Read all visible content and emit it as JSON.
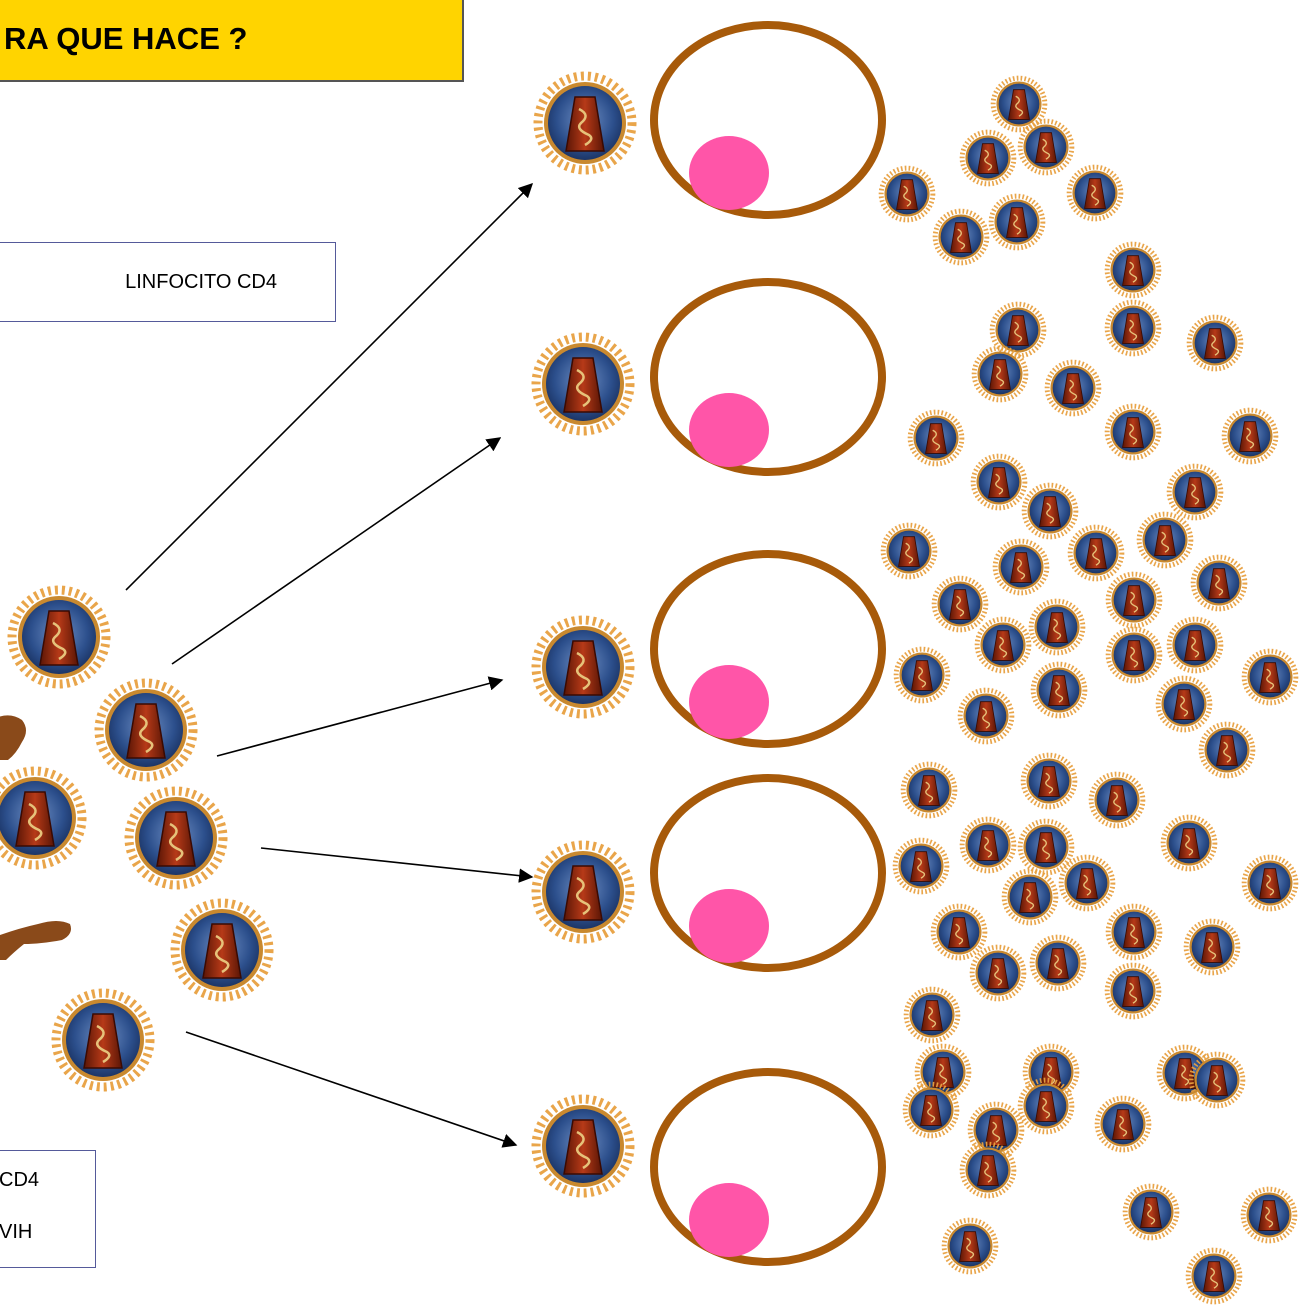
{
  "title": "RA QUE HACE ?",
  "label_box": {
    "text": "LINFOCITO CD4"
  },
  "legend": {
    "line1": "CD4",
    "line2": "VIH"
  },
  "colors": {
    "title_bg": "#ffd400",
    "cell_ring": "#a75a0a",
    "nucleus": "#ff55a8",
    "virus_core": "#9a2a10",
    "virus_shell": "#2c4f8c",
    "virus_spikes": "#e8a040",
    "arrow": "#000000"
  },
  "icons": {
    "virus": "hiv-virus-icon",
    "cell": "cd4-lymphocyte-icon"
  }
}
